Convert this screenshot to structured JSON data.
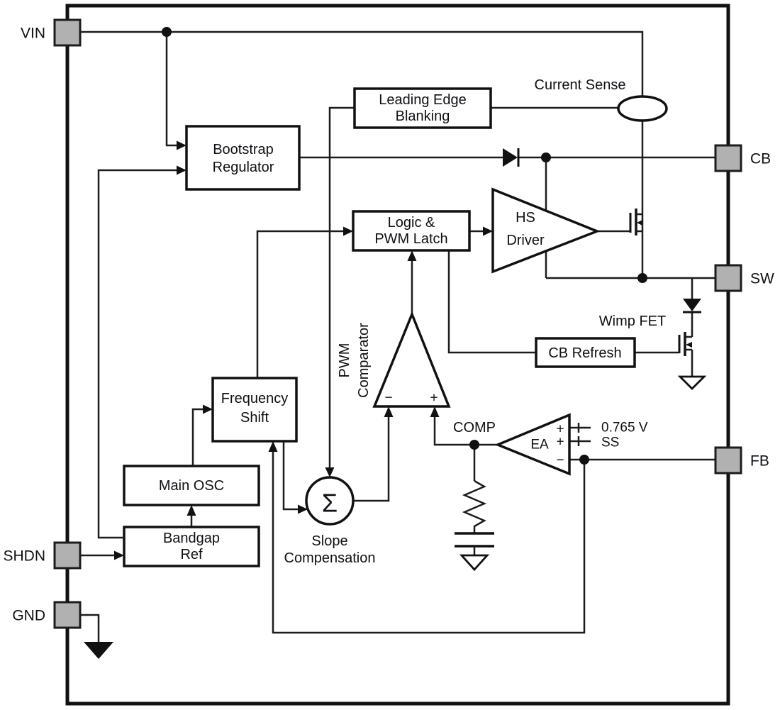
{
  "diagram": {
    "pins": {
      "vin": {
        "label": "VIN"
      },
      "shdn": {
        "label": "SHDN"
      },
      "gnd": {
        "label": "GND"
      },
      "cb": {
        "label": "CB"
      },
      "sw": {
        "label": "SW"
      },
      "fb": {
        "label": "FB"
      }
    },
    "blocks": {
      "bootstrap": {
        "lines": [
          "Bootstrap",
          "Regulator"
        ]
      },
      "leb": {
        "lines": [
          "Leading Edge",
          "Blanking"
        ]
      },
      "latch": {
        "lines": [
          "Logic &",
          "PWM Latch"
        ]
      },
      "hs_driver": {
        "lines": [
          "HS",
          "Driver"
        ]
      },
      "freq_shift": {
        "lines": [
          "Frequency",
          "Shift"
        ]
      },
      "main_osc": {
        "label": "Main OSC"
      },
      "bandgap": {
        "lines": [
          "Bandgap",
          "Ref"
        ]
      },
      "cb_refresh": {
        "label": "CB Refresh"
      }
    },
    "labels": {
      "current_sense": "Current Sense",
      "wimp_fet": "Wimp FET",
      "pwm_comparator": {
        "lines": [
          "PWM",
          "Comparator"
        ]
      },
      "slope_comp": {
        "lines": [
          "Slope",
          "Compensation"
        ]
      },
      "comp_node": "COMP",
      "ea": "EA",
      "vref": "0.765 V",
      "ss": "SS",
      "sigma": "Σ",
      "plus": "+",
      "minus": "−"
    },
    "colors": {
      "pin_fill": "#b1b1b1",
      "line": "#1c1c1c",
      "text": "#101014",
      "background": "#ffffff"
    }
  }
}
